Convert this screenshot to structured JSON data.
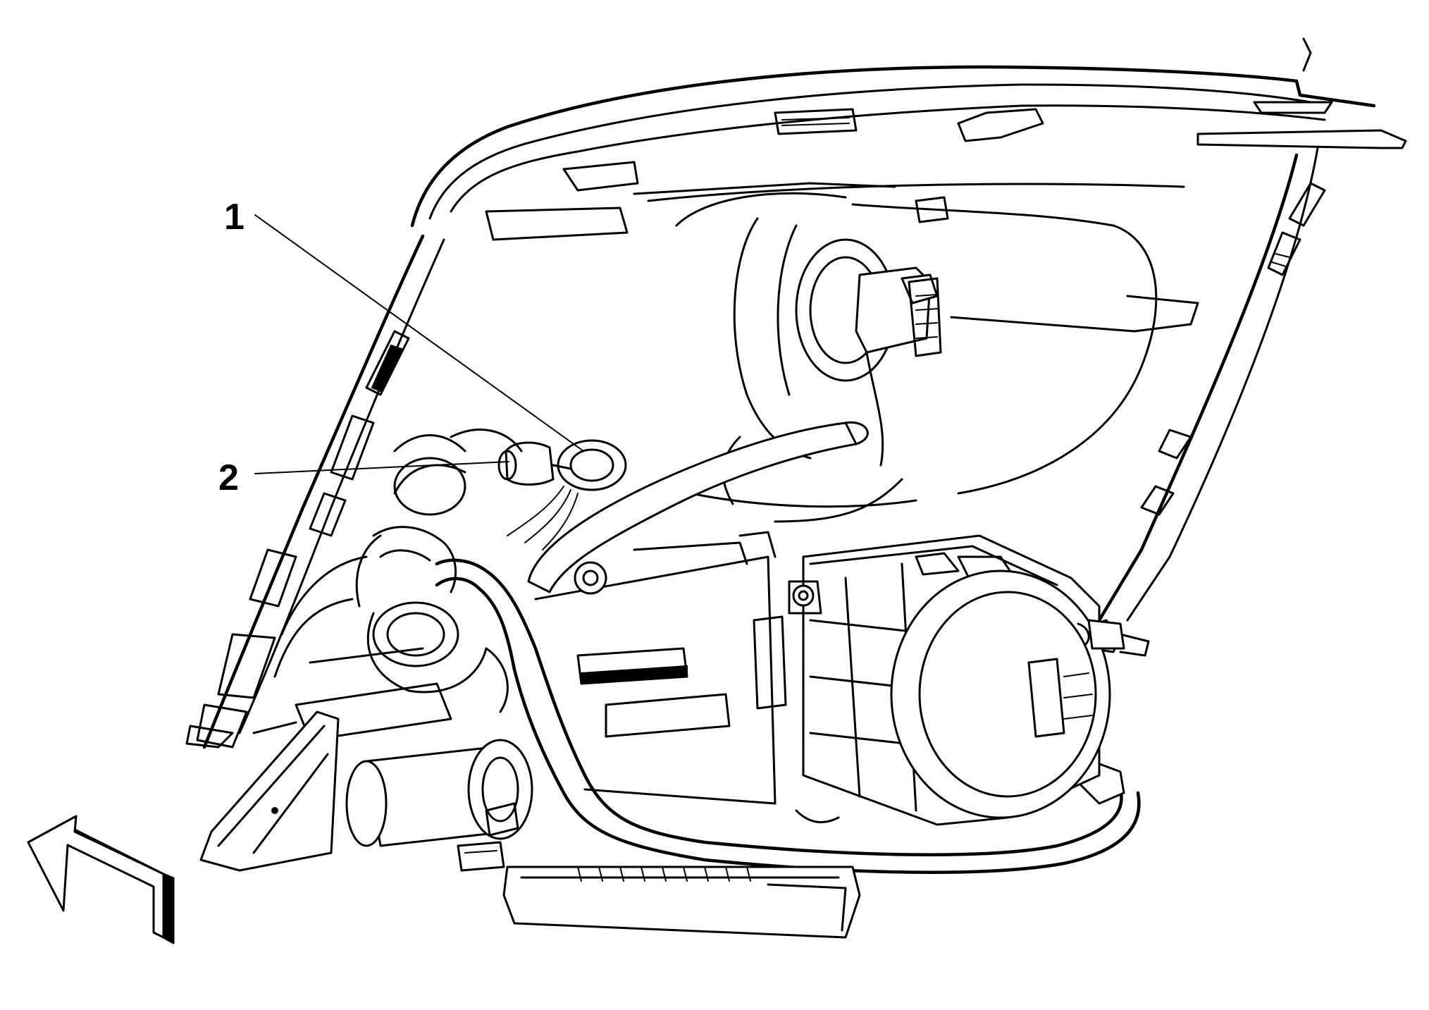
{
  "callouts": [
    {
      "id": "1",
      "label": "1"
    },
    {
      "id": "2",
      "label": "2"
    }
  ],
  "colors": {
    "line": "#000000",
    "background": "#ffffff"
  },
  "icons": [
    "direction-arrow-icon"
  ]
}
